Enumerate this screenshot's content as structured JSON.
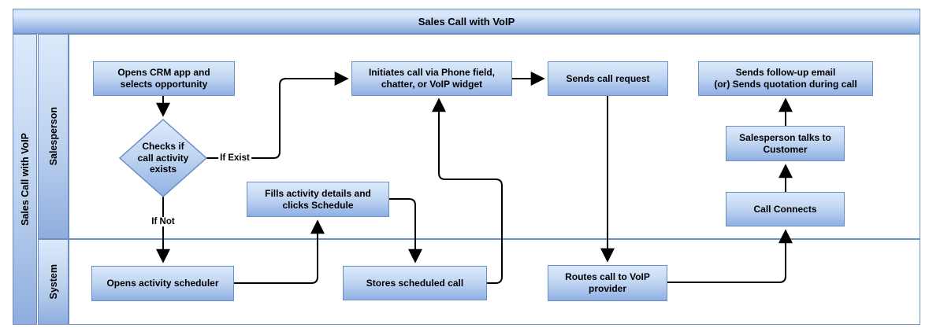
{
  "diagram": {
    "title": "Sales Call with VoIP",
    "pool_label": "Sales Call with VoIP",
    "lanes": [
      {
        "label": "Salesperson"
      },
      {
        "label": "System"
      }
    ],
    "nodes": {
      "opens_crm": {
        "text": "Opens CRM app and\nselects opportunity",
        "lane": "Salesperson",
        "shape": "rect"
      },
      "checks_activity": {
        "text": "Checks if\ncall activity\nexists",
        "lane": "Salesperson",
        "shape": "decision"
      },
      "fills_activity": {
        "text": "Fills activity details and\nclicks Schedule",
        "lane": "Salesperson",
        "shape": "rect"
      },
      "initiates_call": {
        "text": "Initiates call via Phone field,\nchatter, or VoIP widget",
        "lane": "Salesperson",
        "shape": "rect"
      },
      "sends_call_request": {
        "text": "Sends call request",
        "lane": "Salesperson",
        "shape": "rect"
      },
      "sends_followup": {
        "text": "Sends follow-up email\n(or) Sends quotation during call",
        "lane": "Salesperson",
        "shape": "rect"
      },
      "salesperson_talks": {
        "text": "Salesperson talks to\nCustomer",
        "lane": "Salesperson",
        "shape": "rect"
      },
      "call_connects": {
        "text": "Call Connects",
        "lane": "Salesperson",
        "shape": "rect"
      },
      "opens_scheduler": {
        "text": "Opens activity scheduler",
        "lane": "System",
        "shape": "rect"
      },
      "stores_call": {
        "text": "Stores scheduled call",
        "lane": "System",
        "shape": "rect"
      },
      "routes_call": {
        "text": "Routes call to VoIP\nprovider",
        "lane": "System",
        "shape": "rect"
      }
    },
    "edge_labels": {
      "if_exist": "If Exist",
      "if_not": "If Not"
    },
    "colors": {
      "stroke": "#6c8ebf",
      "fill_light": "#dae8fc",
      "fill_dark": "#7ea6e0",
      "arrow": "#000000"
    }
  }
}
